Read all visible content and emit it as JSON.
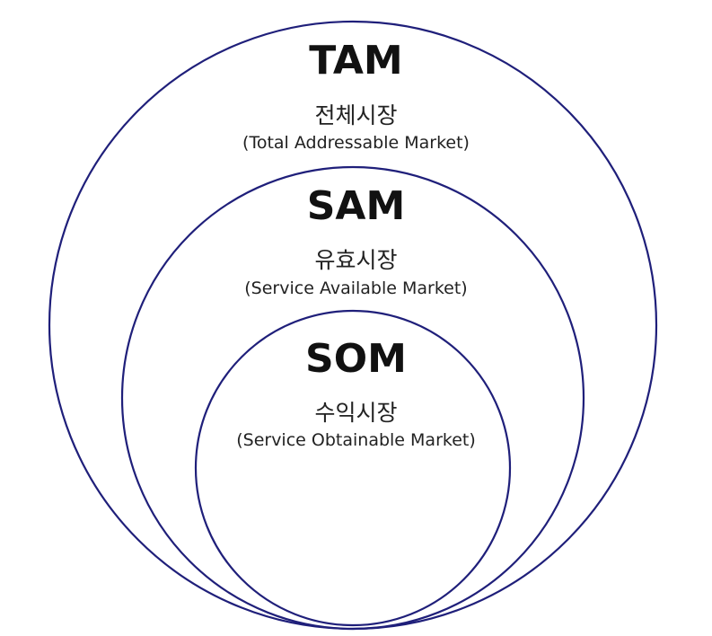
{
  "colors": {
    "circle_stroke": "#1f1f7a",
    "background": "#ffffff",
    "text": "#111111"
  },
  "tam": {
    "abbr": "TAM",
    "korean": "전체시장",
    "english": "(Total Addressable Market)"
  },
  "sam": {
    "abbr": "SAM",
    "korean": "유효시장",
    "english": "(Service Available Market)"
  },
  "som": {
    "abbr": "SOM",
    "korean": "수익시장",
    "english": "(Service Obtainable Market)"
  }
}
